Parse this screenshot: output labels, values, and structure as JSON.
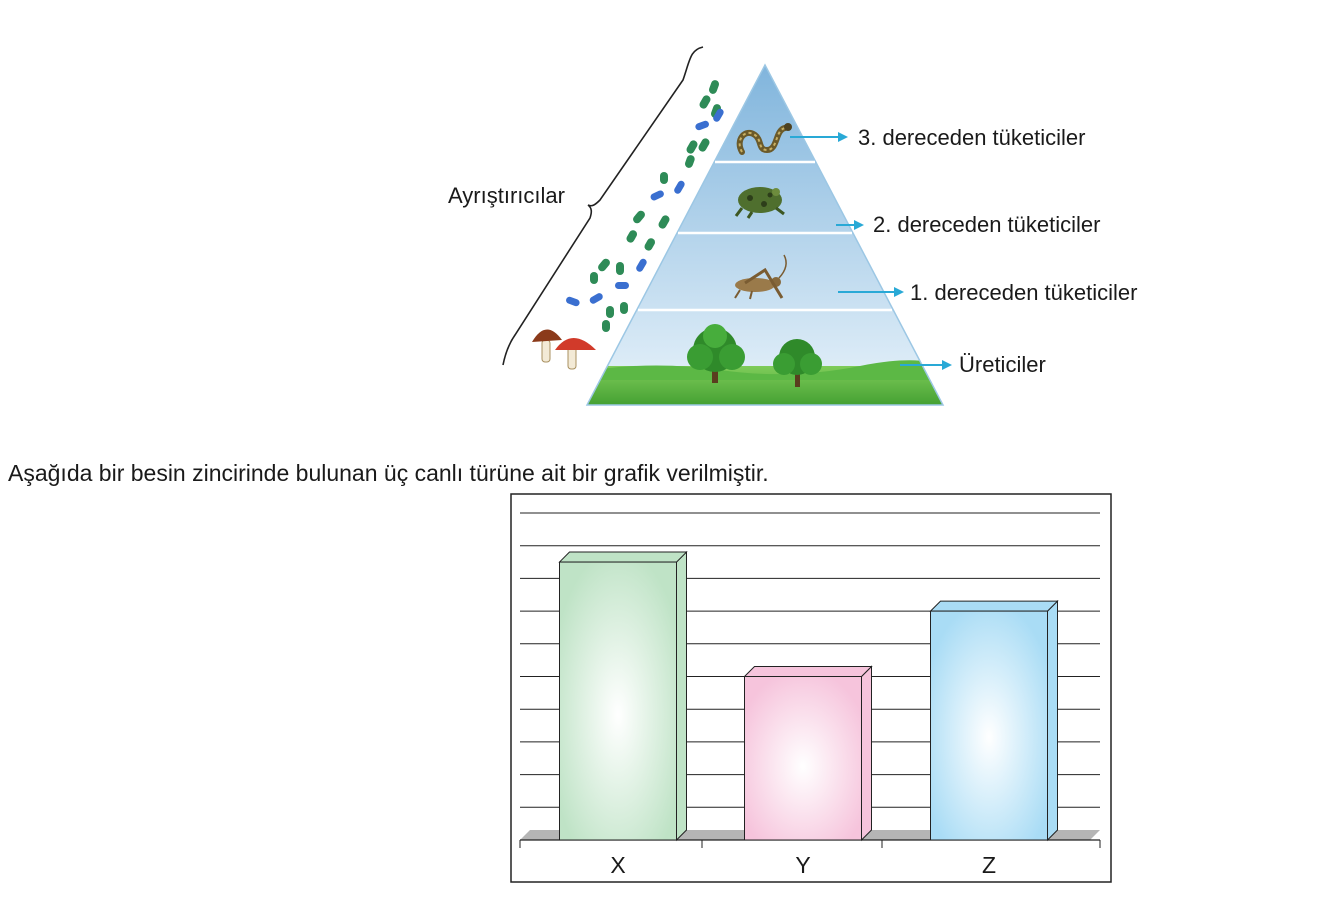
{
  "pyramid": {
    "labels": {
      "decomposers": "Ayrıştırıcılar",
      "tertiary": "3. dereceden tüketiciler",
      "secondary": "2. dereceden tüketiciler",
      "primary": "1. dereceden tüketiciler",
      "producers": "Üreticiler"
    },
    "colors": {
      "arrow": "#29a9d6",
      "sky_top": "#7fb4dc",
      "sky_bottom": "#eaf4fb",
      "grass": "#4caf3a"
    }
  },
  "intro_text": "Aşağıda bir besin zincirinde bulunan üç canlı türüne ait bir grafik verilmiştir.",
  "chart_data": {
    "type": "bar",
    "title": "",
    "xlabel": "",
    "ylabel": "",
    "categories": [
      "X",
      "Y",
      "Z"
    ],
    "values": [
      8.5,
      5.0,
      7.0
    ],
    "ylim": [
      0,
      10
    ],
    "grid": true,
    "colors": [
      "#bfe3c6",
      "#f6c4dc",
      "#a9dcf5"
    ]
  }
}
